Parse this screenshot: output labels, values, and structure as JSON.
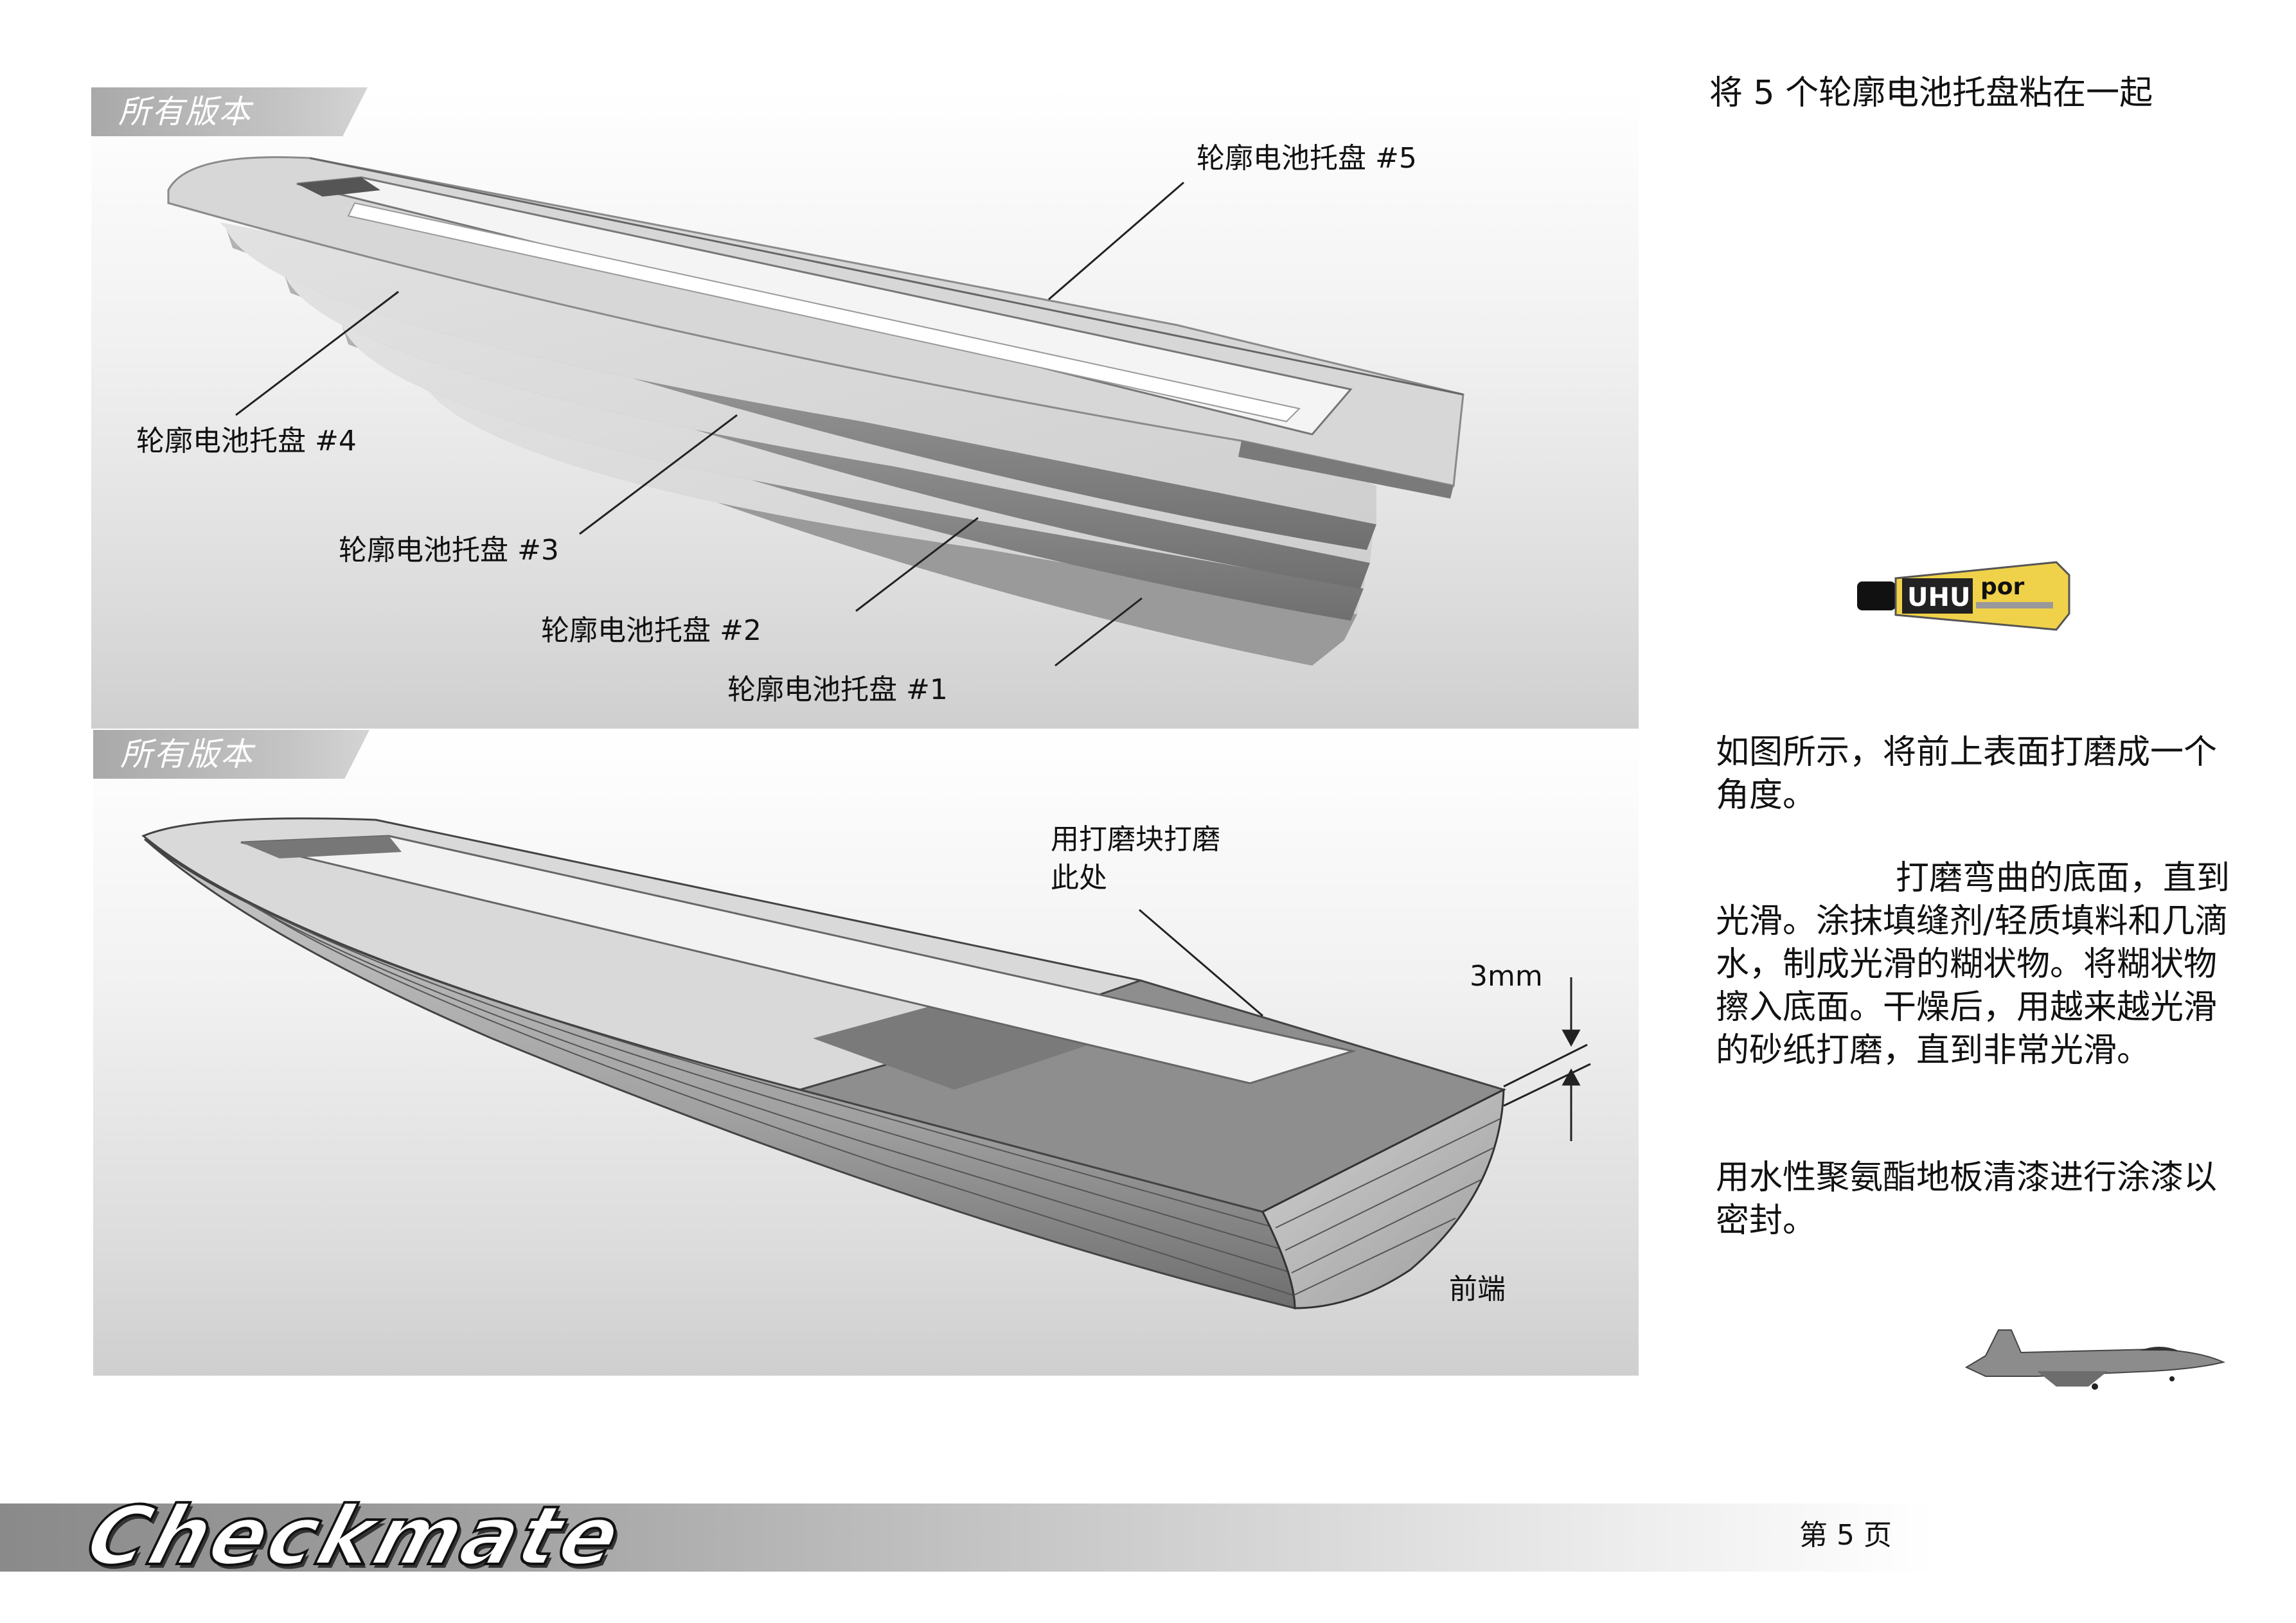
{
  "panels": {
    "top": {
      "tab_label": "所有版本",
      "labels": {
        "tray5": "轮廓电池托盘 #5",
        "tray4": "轮廓电池托盘 #4",
        "tray3": "轮廓电池托盘 #3",
        "tray2": "轮廓电池托盘 #2",
        "tray1": "轮廓电池托盘 #1"
      }
    },
    "bottom": {
      "tab_label": "所有版本",
      "sand_label_line1": "用打磨块打磨",
      "sand_label_line2": "此处",
      "dimension": "3mm",
      "front_label": "前端"
    }
  },
  "instructions": {
    "glue_step": "将 5 个轮廓电池托盘粘在一起",
    "bevel_step": "如图所示，将前上表面打磨成一个角度。",
    "sand_step": "打磨弯曲的底面，直到光滑。涂抹填缝剂/轻质填料和几滴水，制成光滑的糊状物。将糊状物擦入底面。干燥后，用越来越光滑的砂纸打磨，直到非常光滑。",
    "seal_step": "用水性聚氨酯地板清漆进行涂漆以密封。"
  },
  "glue_tube": {
    "brand": "UHU",
    "product": "por"
  },
  "footer": {
    "brand": "Checkmate",
    "page": "第 5 页"
  },
  "icons": [
    "glue-tube-image",
    "jet-aircraft-image"
  ]
}
